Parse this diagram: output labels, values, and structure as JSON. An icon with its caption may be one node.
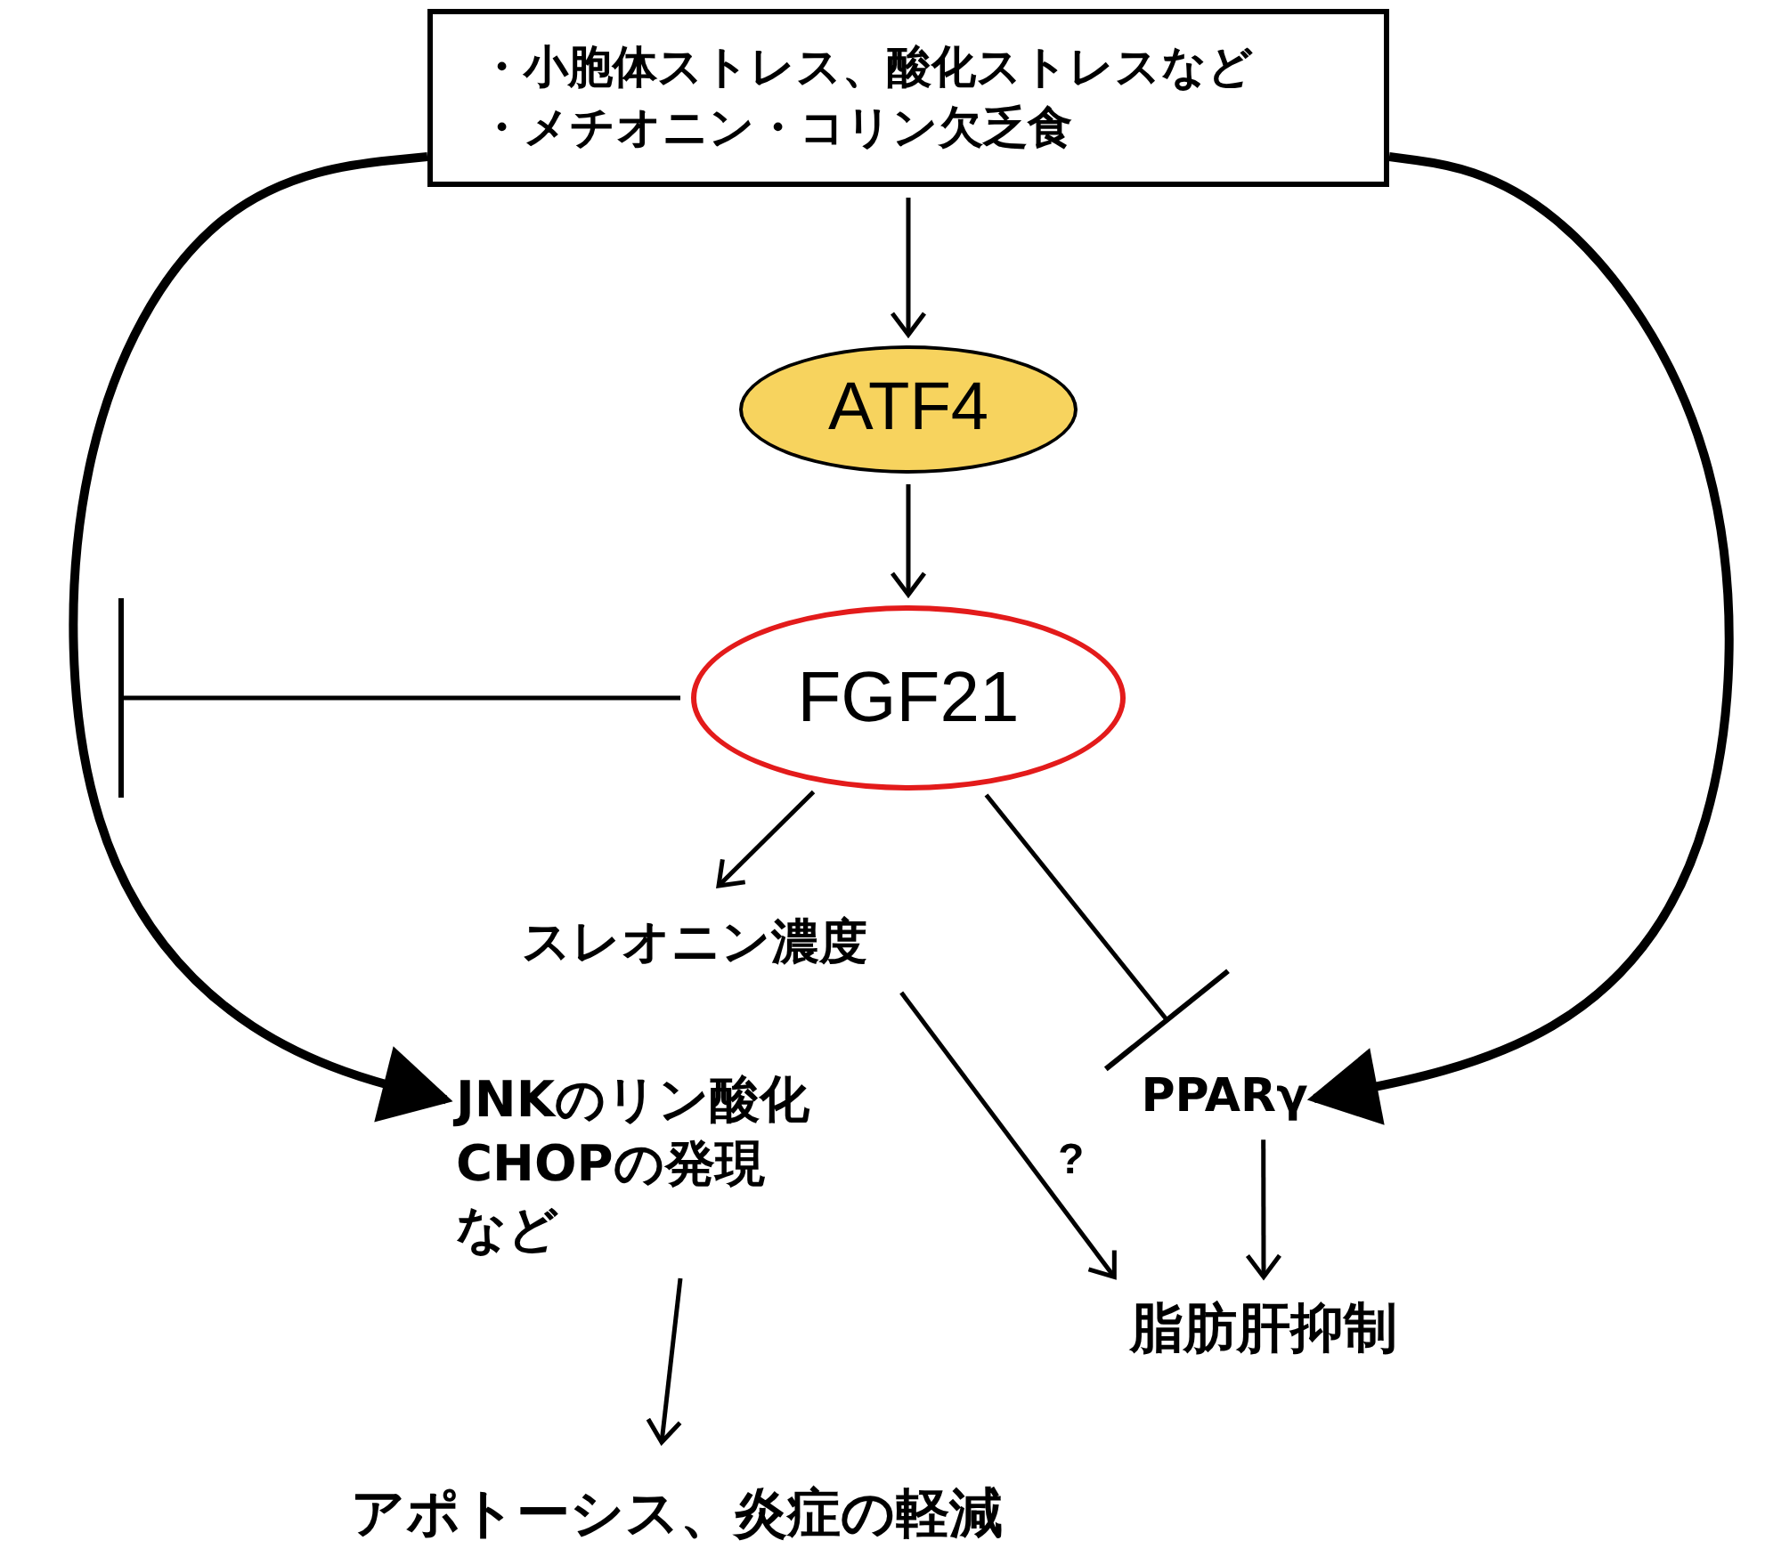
{
  "diagram": {
    "nodes": [
      {
        "text": [
          "・小胞体ストレス、酸化ストレスなど",
          "・メチオニン・コリン欠乏食"
        ]
      },
      {
        "text": [
          "ATF4"
        ]
      },
      {
        "text": [
          "FGF21"
        ]
      },
      {
        "text": [
          "スレオニン濃度"
        ]
      },
      {
        "text": [
          "JNKのリン酸化CHOPの発現など"
        ]
      },
      {
        "text": [
          "PPARγ"
        ]
      },
      {
        "text": [
          "脂肪肝抑制"
        ]
      },
      {
        "text": [
          "アポトーシス、炎症の軽減"
        ]
      }
    ],
    "edges": [
      {
        "from": 0,
        "to": 1,
        "arrow": "to"
      },
      {
        "from": 1,
        "to": 2,
        "arrow": "to"
      },
      {
        "from": 2,
        "to": 3,
        "arrow": "to"
      },
      {
        "from": 2,
        "to": 5,
        "arrow": "other"
      },
      {
        "from": 2,
        "to": null,
        "arrow": "other"
      },
      {
        "from": 0,
        "to": 4,
        "arrow": "to",
        "style": "thick"
      },
      {
        "from": 0,
        "to": 5,
        "arrow": "to",
        "style": "thick"
      },
      {
        "from": 3,
        "to": 6,
        "arrow": "to",
        "label": "?"
      },
      {
        "from": 5,
        "to": 6,
        "arrow": "to"
      },
      {
        "from": 4,
        "to": 7,
        "arrow": "to"
      }
    ]
  }
}
